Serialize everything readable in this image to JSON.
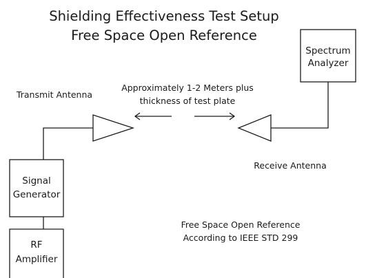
{
  "title": {
    "line1": "Shielding Effectiveness Test Setup",
    "line2": "Free Space Open Reference"
  },
  "labels": {
    "transmit_antenna": "Transmit Antenna",
    "receive_antenna": "Receive Antenna",
    "distance_line1": "Approximately 1-2 Meters plus",
    "distance_line2": "thickness of test plate",
    "reference_line1": "Free Space Open Reference",
    "reference_line2": "According to IEEE STD 299"
  },
  "boxes": {
    "spectrum_analyzer": [
      "Spectrum",
      "Analyzer"
    ],
    "signal_generator": [
      "Signal",
      "Generator"
    ],
    "rf_amplifier": [
      "RF",
      "Amplifier"
    ]
  },
  "colors": {
    "ink": "#1a1a1a",
    "background": "#ffffff"
  }
}
